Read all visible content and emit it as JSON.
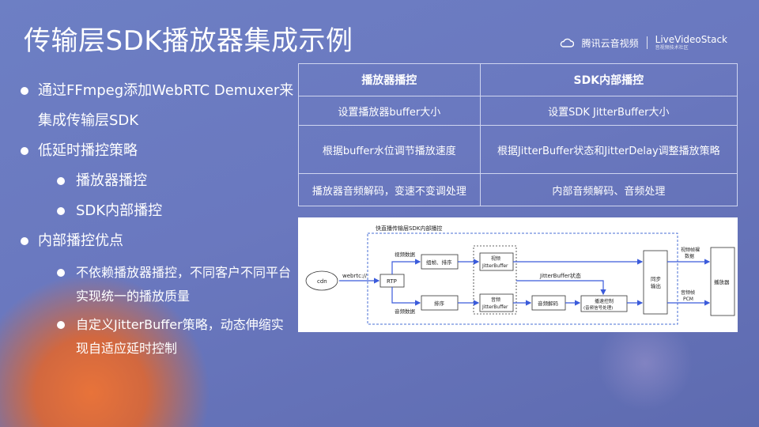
{
  "title": "传输层SDK播放器集成示例",
  "logos": {
    "tencent": "腾讯云音视频",
    "lvs": "LiveVideoStack",
    "lvs_sub": "音视频技术社区"
  },
  "bullets": {
    "b1": "通过FFmpeg添加WebRTC Demuxer来集成传输层SDK",
    "b2": "低延时播控策略",
    "b2a": "播放器播控",
    "b2b": "SDK内部播控",
    "b3": "内部播控优点",
    "b3a": "不依赖播放器播控，不同客户不同平台实现统一的播放质量",
    "b3b": "自定义JitterBuffer策略，动态伸缩实现自适应延时控制"
  },
  "table": {
    "headers": [
      "播放器播控",
      "SDK内部播控"
    ],
    "rows": [
      [
        "设置播放器buffer大小",
        "设置SDK JitterBuffer大小"
      ],
      [
        "根据buffer水位调节播放速度",
        "根据JitterBuffer状态和JitterDelay调整播放策略"
      ],
      [
        "播放器音频解码，变速不变调处理",
        "内部音频解码、音频处理"
      ]
    ]
  },
  "diagram": {
    "group_title": "快直播传输层SDK内部播控",
    "cdn": "cdn",
    "webrtc": "webrtc://",
    "rtp": "RTP",
    "video_data": "视频数据",
    "audio_data": "音频数据",
    "assemble": "组帧、排序",
    "sort": "排序",
    "video_jb_1": "视频",
    "video_jb_2": "JitterBuffer",
    "audio_jb_1": "音频",
    "audio_jb_2": "JitterBuffer",
    "jb_state": "JitterBuffer状态",
    "audio_decode": "音频解码",
    "speed_1": "播速控制",
    "speed_2": "(音频信号处理)",
    "sync_1": "同步",
    "sync_2": "输出",
    "video_frame_1": "视频帧裸",
    "video_frame_2": "数据",
    "audio_frame_1": "音频帧",
    "audio_frame_2": "PCM",
    "player": "播放器"
  },
  "colors": {
    "accent_line": "#3b5bdb",
    "box_stroke": "#333333"
  }
}
